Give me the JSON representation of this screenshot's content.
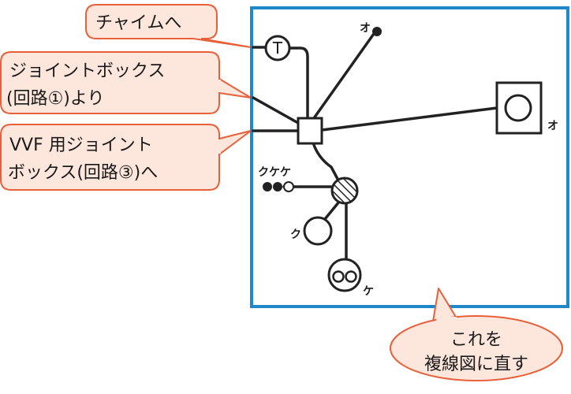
{
  "callouts": {
    "chime": "チャイムへ",
    "from_box_line1": "ジョイントボックス",
    "from_box_line2": "(回路①)より",
    "vvf_line1": "VVF 用ジョイント",
    "vvf_line2": "ボックス(回路③)へ",
    "task_line1": "これを",
    "task_line2": "複線図に直す"
  },
  "diagram": {
    "transformer_symbol": "T",
    "label_o_top": "オ",
    "label_o_right": "オ",
    "label_switches": "クケケ",
    "label_k": "ク",
    "label_ke": "ケ"
  },
  "colors": {
    "frame": "#1e88c8",
    "bubble_fill": "#fde6dc",
    "bubble_stroke": "#e8603a",
    "line": "#222222"
  }
}
